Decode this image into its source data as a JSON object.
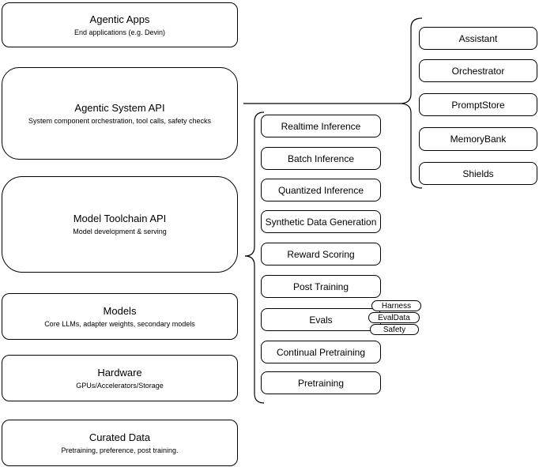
{
  "colors": {
    "stroke": "#000000",
    "fill": "#ffffff",
    "text": "#000000"
  },
  "left_stack": [
    {
      "title": "Agentic Apps",
      "subtitle": "End applications (e.g. Devin)"
    },
    {
      "title": "Agentic System API",
      "subtitle": "System component orchestration, tool calls, safety checks"
    },
    {
      "title": "Model Toolchain API",
      "subtitle": "Model development & serving"
    },
    {
      "title": "Models",
      "subtitle": "Core LLMs, adapter weights, secondary models"
    },
    {
      "title": "Hardware",
      "subtitle": "GPUs/Accelerators/Storage"
    },
    {
      "title": "Curated Data",
      "subtitle": "Pretraining, preference, post training."
    }
  ],
  "toolchain_services": [
    "Realtime Inference",
    "Batch Inference",
    "Quantized Inference",
    "Synthetic Data Generation",
    "Reward Scoring",
    "Post Training",
    "Evals",
    "Continual Pretraining",
    "Pretraining"
  ],
  "eval_tags": [
    "Harness",
    "EvalData",
    "Safety"
  ],
  "system_components": [
    "Assistant",
    "Orchestrator",
    "PromptStore",
    "MemoryBank",
    "Shields"
  ]
}
